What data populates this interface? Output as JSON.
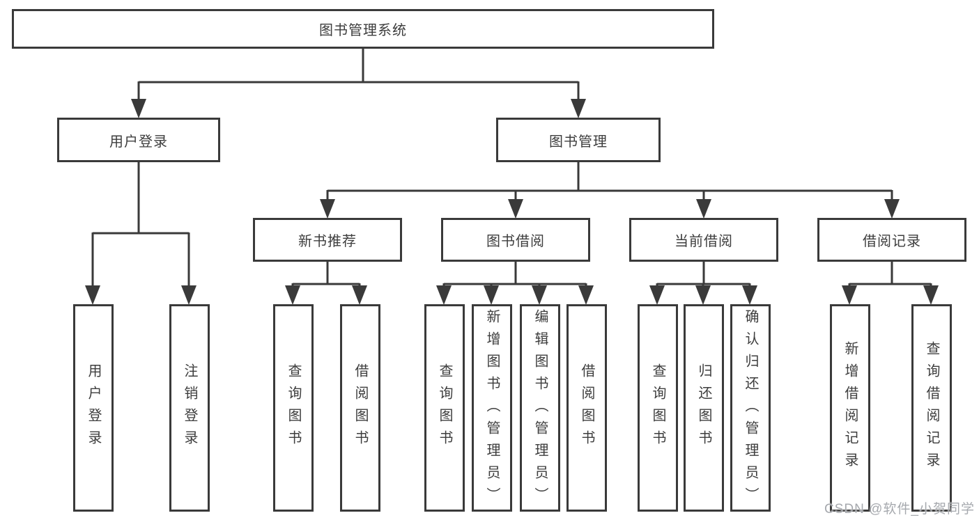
{
  "diagram": {
    "title": "图书管理系统",
    "type": "functional-structure-tree",
    "watermark": "CSDN @软件_小贺同学"
  },
  "colors": {
    "line": "#3a3a3a",
    "box_border": "#3a3a3a",
    "text": "#3d3d3d",
    "watermark": "#a6a9ae",
    "background": "#ffffff"
  },
  "nodes": {
    "root": {
      "label": "图书管理系统"
    },
    "user_login": {
      "label": "用户登录"
    },
    "book_mgmt": {
      "label": "图书管理"
    },
    "new_book": {
      "label": "新书推荐"
    },
    "book_borrow": {
      "label": "图书借阅"
    },
    "current_borrow": {
      "label": "当前借阅"
    },
    "borrow_record": {
      "label": "借阅记录"
    },
    "leaf_login": {
      "label": "用户登录"
    },
    "leaf_logout": {
      "label": "注销登录"
    },
    "leaf_nb_query": {
      "label": "查询图书"
    },
    "leaf_nb_borrow": {
      "label": "借阅图书"
    },
    "leaf_bb_query": {
      "label": "查询图书"
    },
    "leaf_bb_add": {
      "label": "新增图书（管理员）"
    },
    "leaf_bb_edit": {
      "label": "编辑图书（管理员）"
    },
    "leaf_bb_borrow": {
      "label": "借阅图书"
    },
    "leaf_cb_query": {
      "label": "查询图书"
    },
    "leaf_cb_return": {
      "label": "归还图书"
    },
    "leaf_cb_confirm": {
      "label": "确认归还（管理员）"
    },
    "leaf_br_add": {
      "label": "新增借阅记录"
    },
    "leaf_br_query": {
      "label": "查询借阅记录"
    }
  },
  "tree": {
    "图书管理系统": {
      "用户登录": [
        "用户登录",
        "注销登录"
      ],
      "图书管理": {
        "新书推荐": [
          "查询图书",
          "借阅图书"
        ],
        "图书借阅": [
          "查询图书",
          "新增图书（管理员）",
          "编辑图书（管理员）",
          "借阅图书"
        ],
        "当前借阅": [
          "查询图书",
          "归还图书",
          "确认归还（管理员）"
        ],
        "借阅记录": [
          "新增借阅记录",
          "查询借阅记录"
        ]
      }
    }
  }
}
